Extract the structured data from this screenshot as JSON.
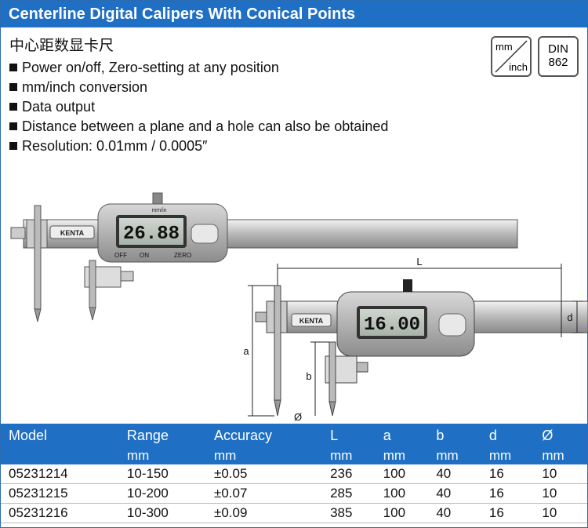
{
  "title": "Centerline Digital Calipers With Conical Points",
  "subtitle_cn": "中心距数显卡尺",
  "features": [
    "Power on/off, Zero-setting at any position",
    "mm/inch conversion",
    "Data output",
    "Distance between a plane and a hole can also be obtained",
    "Resolution: 0.01mm / 0.0005″"
  ],
  "badges": {
    "unit_top": "mm",
    "unit_bottom": "inch",
    "din_line1": "DIN",
    "din_line2": "862"
  },
  "illustration": {
    "brand": "KENTA",
    "display_left": "26.88",
    "display_right": "16.00",
    "unit_label": "mm/in",
    "btn_off": "OFF",
    "btn_on": "ON",
    "btn_zero": "ZERO",
    "dim_L": "L",
    "dim_a": "a",
    "dim_b": "b",
    "dim_d": "d",
    "dim_phi": "Ø"
  },
  "table": {
    "headers": [
      "Model",
      "Range",
      "Accuracy",
      "L",
      "a",
      "b",
      "d",
      "Ø"
    ],
    "units": [
      "",
      "mm",
      "mm",
      "mm",
      "mm",
      "mm",
      "mm",
      "mm"
    ],
    "rows": [
      [
        "05231214",
        "10-150",
        "±0.05",
        "236",
        "100",
        "40",
        "16",
        "10"
      ],
      [
        "05231215",
        "10-200",
        "±0.07",
        "285",
        "100",
        "40",
        "16",
        "10"
      ],
      [
        "05231216",
        "10-300",
        "±0.09",
        "385",
        "100",
        "40",
        "16",
        "10"
      ]
    ]
  },
  "colors": {
    "header_blue": "#1f6fc5"
  }
}
